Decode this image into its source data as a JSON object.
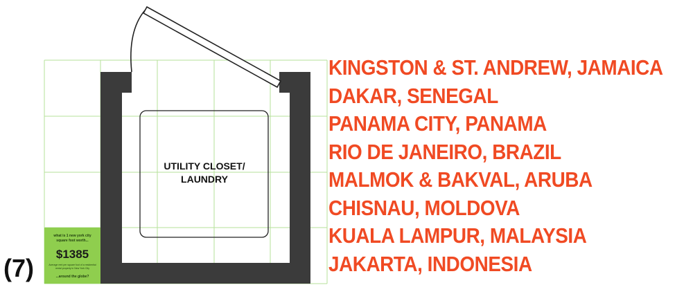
{
  "figure_number": "(7)",
  "room_label_line1": "UTILITY CLOSET/",
  "room_label_line2": "LAUNDRY",
  "price_card": {
    "heading_line1": "what is 1 new york city",
    "heading_line2": "square foot worth...",
    "price": "$1385",
    "fine_print_line1": "Average rent per square foot of a residential",
    "fine_print_line2": "rental property in New York City",
    "footer": "...around the globe?",
    "background_color": "#8fce4e"
  },
  "cities": [
    "KINGSTON & ST. ANDREW, JAMAICA",
    "DAKAR, SENEGAL",
    "PANAMA CITY, PANAMA",
    "RIO DE JANEIRO, BRAZIL",
    "MALMOK & BAKVAL, ARUBA",
    "CHISNAU, MOLDOVA",
    "KUALA LAMPUR, MALAYSIA",
    "JAKARTA, INDONESIA"
  ],
  "colors": {
    "city_text": "#f04a23",
    "wall": "#3b3b3b",
    "grid": "#b6e29a"
  }
}
